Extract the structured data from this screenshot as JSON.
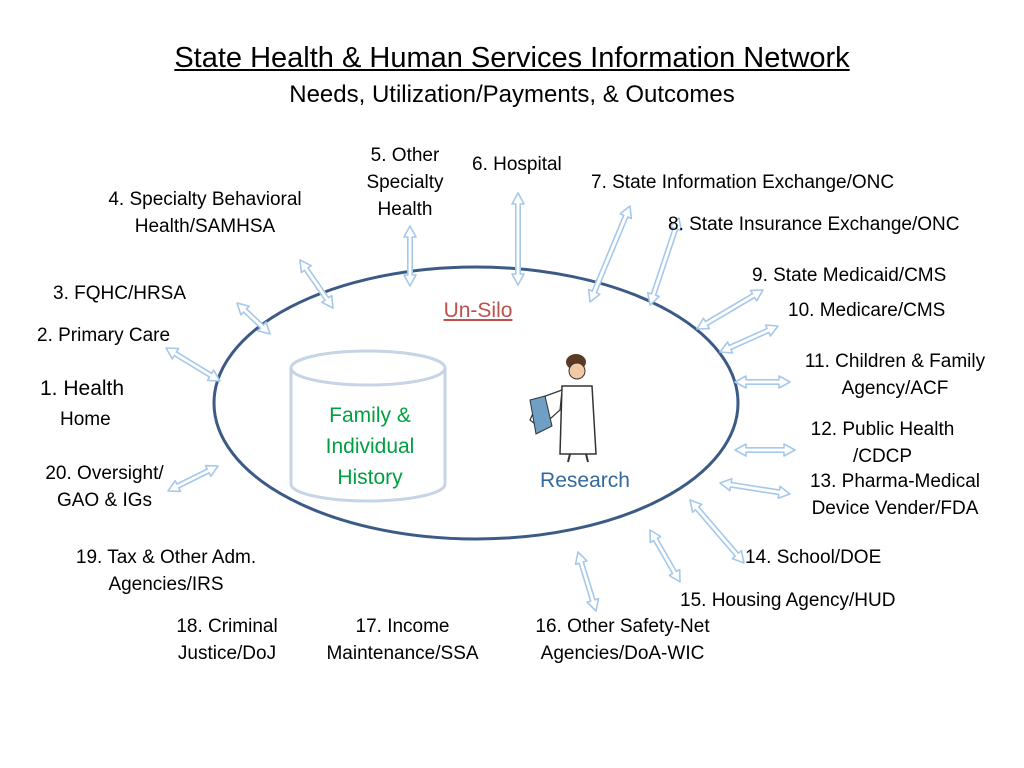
{
  "title": "State Health & Human Services Information Network",
  "subtitle": "Needs, Utilization/Payments, & Outcomes",
  "center": {
    "unsilo_label": "Un-Silo",
    "history_label": "Family &\nIndividual\nHistory",
    "research_label": "Research"
  },
  "colors": {
    "ellipse_stroke": "#3b5b86",
    "arrow_fill": "#ffffff",
    "arrow_stroke": "#a6c8ea",
    "cylinder_stroke": "#c6d4e6",
    "unsilo": "#c0504d",
    "history": "#00a040",
    "research": "#35699d"
  },
  "icons": {
    "research_figure": "scientist-icon"
  },
  "nodes": [
    {
      "label": "1. Health"
    },
    {
      "label": "Home"
    },
    {
      "label": "2. Primary Care"
    },
    {
      "label": "3.  FQHC/HRSA"
    },
    {
      "label": "4.  Specialty Behavioral\nHealth/SAMHSA"
    },
    {
      "label": "5. Other\nSpecialty\nHealth"
    },
    {
      "label": "6. Hospital"
    },
    {
      "label": "7.  State Information Exchange/ONC"
    },
    {
      "label": "8. State Insurance Exchange/ONC"
    },
    {
      "label": "9.  State Medicaid/CMS"
    },
    {
      "label": "10.  Medicare/CMS"
    },
    {
      "label": "11. Children & Family\nAgency/ACF"
    },
    {
      "label": "12. Public Health\n/CDCP"
    },
    {
      "label": "13.  Pharma-Medical\nDevice Vender/FDA"
    },
    {
      "label": "14.  School/DOE"
    },
    {
      "label": "15.  Housing Agency/HUD"
    },
    {
      "label": "16.  Other Safety-Net\nAgencies/DoA-WIC"
    },
    {
      "label": "17.  Income\nMaintenance/SSA"
    },
    {
      "label": "18. Criminal\nJustice/DoJ"
    },
    {
      "label": "19.  Tax & Other Adm.\nAgencies/IRS"
    },
    {
      "label": "20.  Oversight/\nGAO & IGs"
    }
  ]
}
